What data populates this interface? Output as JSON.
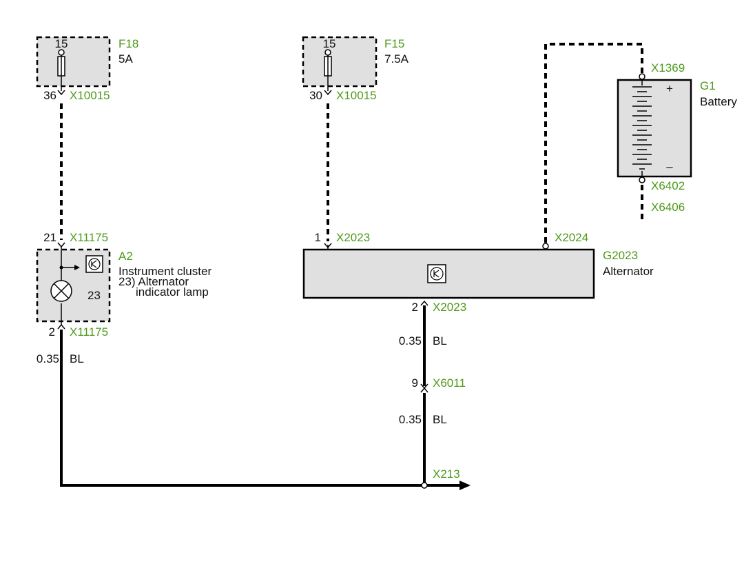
{
  "colors": {
    "label_green": "#4d9a1a",
    "text": "#111111",
    "component_fill": "#e0e0e0",
    "wire": "#000000"
  },
  "fuses": [
    {
      "id": "F18",
      "rating": "5A",
      "pin_top": "15",
      "pin_bottom": "36",
      "connector": "X10015"
    },
    {
      "id": "F15",
      "rating": "7.5A",
      "pin_top": "15",
      "pin_bottom": "30",
      "connector": "X10015"
    }
  ],
  "instrument_cluster": {
    "id": "A2",
    "name": "Instrument cluster",
    "item_number": "23",
    "item_line1": "23) Alternator",
    "item_line2": "indicator lamp",
    "pin_top": "21",
    "connector_top": "X11175",
    "pin_bottom": "2",
    "connector_bottom": "X11175",
    "icon": "transistor-icon",
    "lamp_icon": "lamp-icon"
  },
  "alternator": {
    "id": "G2023",
    "name": "Alternator",
    "pin_left": "1",
    "connector_left": "X2023",
    "connector_right": "X2024",
    "pin_bottom": "2",
    "connector_bottom": "X2023",
    "icon": "transistor-icon"
  },
  "battery": {
    "id": "G1",
    "name": "Battery",
    "connector_top": "X1369",
    "connector_bottom": "X6402",
    "ground": "X6406",
    "plus": "+",
    "minus": "–"
  },
  "wires": {
    "cluster_out": {
      "size": "0.35",
      "color": "BL"
    },
    "alt_out_1": {
      "size": "0.35",
      "color": "BL"
    },
    "alt_out_2": {
      "size": "0.35",
      "color": "BL"
    }
  },
  "connector_mid": {
    "pin": "9",
    "connector": "X6011"
  },
  "junction": {
    "connector": "X213"
  }
}
